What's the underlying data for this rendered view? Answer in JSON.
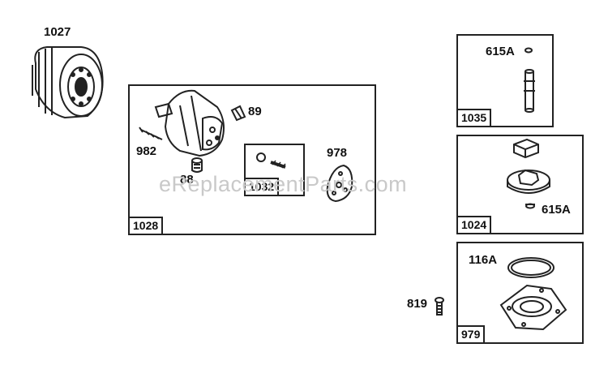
{
  "watermark": "eReplacementParts.com",
  "parts": {
    "oil_filter": "1027",
    "breather_assembly": "1028",
    "screw_89": "89",
    "screw_982": "982",
    "plug_88": "88",
    "kit_1032": "1032",
    "gasket_978": "978",
    "shaft_1035": "1035",
    "ring_615a_top": "615A",
    "pump_1024": "1024",
    "ring_615a_bottom": "615A",
    "cover_979": "979",
    "oring_116a": "116A",
    "screw_819": "819"
  },
  "colors": {
    "line": "#222222",
    "watermark": "#c9c9c9"
  }
}
